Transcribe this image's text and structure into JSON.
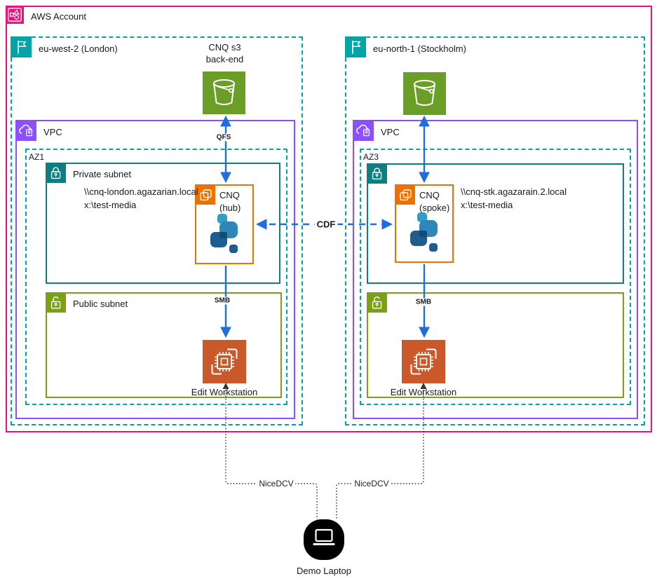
{
  "account": {
    "label": "AWS Account"
  },
  "left_region": {
    "name": "eu-west-2 (London)",
    "s3_label_line1": "CNQ s3",
    "s3_label_line2": "back-end",
    "vpc_label": "VPC",
    "az_label": "AZ1",
    "private_subnet_label": "Private subnet",
    "public_subnet_label": "Public subnet",
    "share_path": "\\\\cnq-london.agazarian.local",
    "share_drive": "x:\\test-media",
    "cnq_title": "CNQ",
    "cnq_role": "(hub)",
    "workstation_label": "Edit Workstation",
    "qfs_label": "QFS",
    "smb_label": "SMB"
  },
  "right_region": {
    "name": "eu-north-1 (Stockholm)",
    "vpc_label": "VPC",
    "az_label": "AZ3",
    "share_path": "\\\\cnq-stk.agazarain.2.local",
    "share_drive": "x:\\test-media",
    "cnq_title": "CNQ",
    "cnq_role": "(spoke)",
    "workstation_label": "Edit Workstation",
    "smb_label": "SMB"
  },
  "connections": {
    "cdf_label": "CDF",
    "nicedcv_left_label": "NiceDCV",
    "nicedcv_right_label": "NiceDCV"
  },
  "laptop": {
    "label": "Demo Laptop"
  },
  "colors": {
    "account_border": "#E7157B",
    "region_border": "#00A4A6",
    "vpc_border": "#8C4FFF",
    "private_subnet": "#0D7F81",
    "public_subnet": "#7AA116",
    "s3_bucket_green": "#6B9E26",
    "cnq_orange": "#ED7100",
    "workstation_orange": "#C9582A",
    "arrow_blue": "#1E6FD9",
    "nicedcv_line": "#333333"
  }
}
